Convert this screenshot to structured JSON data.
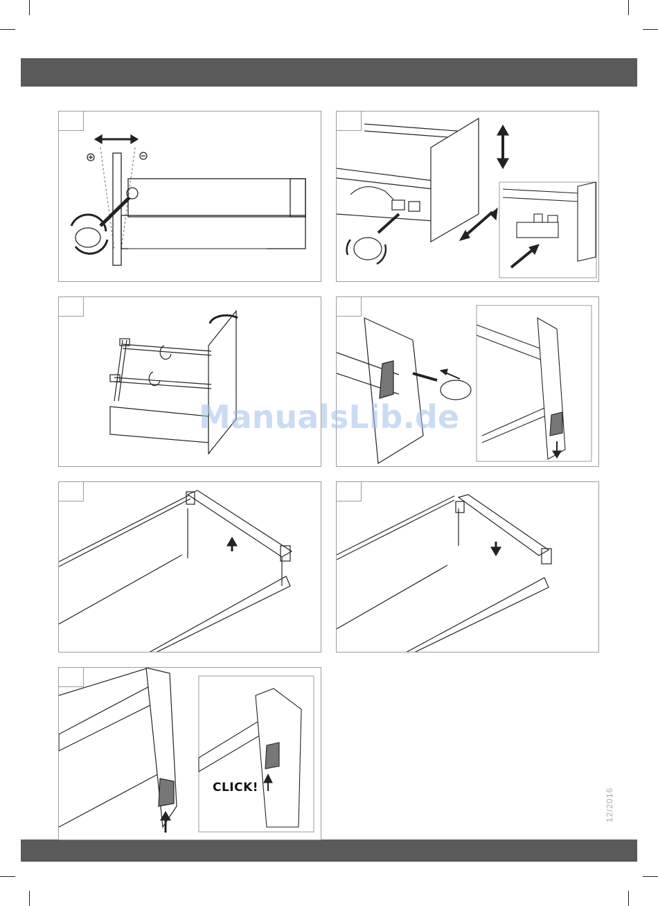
{
  "watermark": "ManualsLib.de",
  "footer_date": "12/2016",
  "panels": {
    "step7_inset": {
      "label": "CLICK!"
    }
  },
  "colors": {
    "bar": "#5a5a5a",
    "frame": "#9a9a9a",
    "watermark": "#9fc1ea",
    "date": "#a8a8a8"
  }
}
